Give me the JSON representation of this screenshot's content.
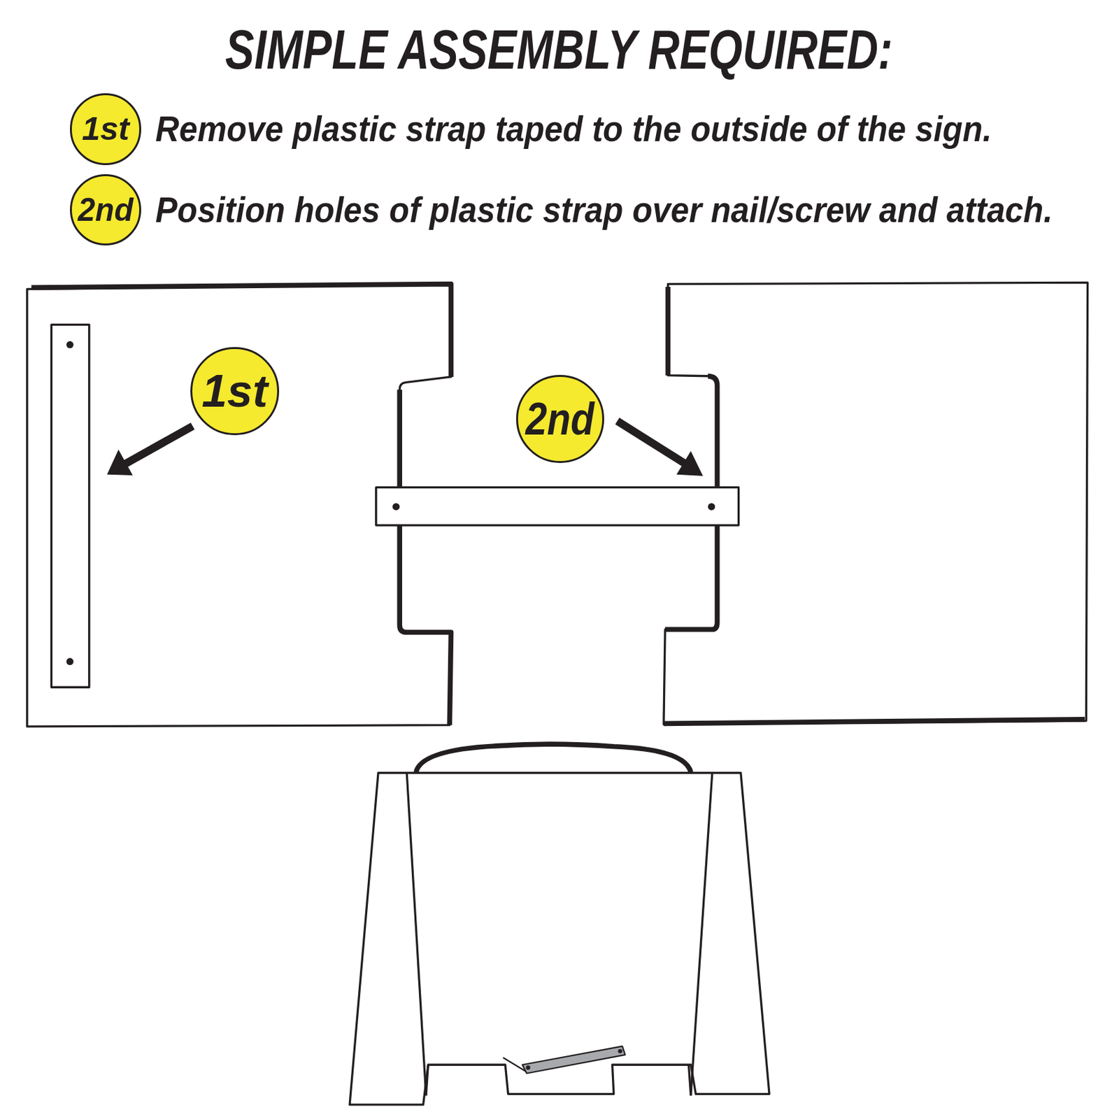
{
  "diagram": {
    "title": "SIMPLE ASSEMBLY REQUIRED:",
    "nodes": [
      {
        "text": [
          "1st"
        ]
      },
      {
        "text": [
          "2nd"
        ]
      },
      {
        "text": [
          "1st"
        ]
      },
      {
        "text": [
          "2nd"
        ]
      }
    ],
    "labels": [
      "Remove plastic strap taped to the outside of the sign.",
      "Position holes of plastic strap over nail/screw and attach."
    ]
  }
}
